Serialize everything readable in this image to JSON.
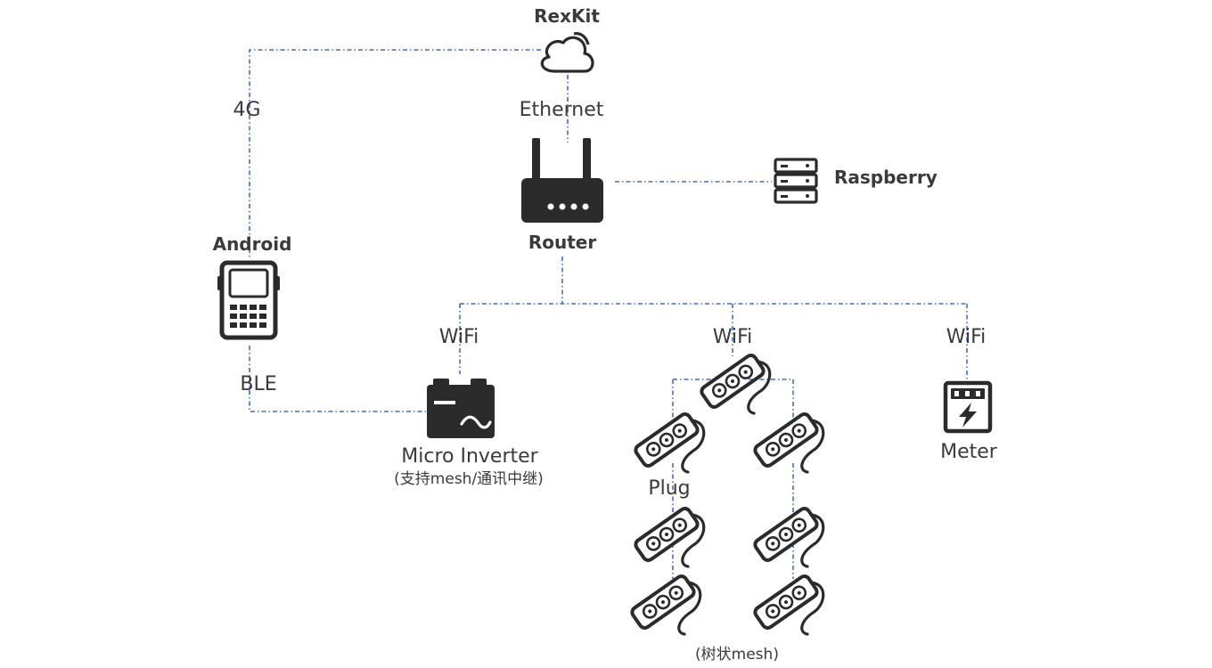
{
  "colors": {
    "link": "#3f6fc7",
    "icon": "#2b2b2b",
    "text": "#3a3a3a"
  },
  "nodes": {
    "rexkit": "RexKit",
    "router": "Router",
    "raspberry": "Raspberry",
    "android": "Android",
    "micro_inverter": "Micro Inverter",
    "micro_inverter_note": "(支持mesh/通讯中继)",
    "plug": "Plug",
    "plug_note": "(树状mesh)",
    "meter": "Meter"
  },
  "links": {
    "ethernet": "Ethernet",
    "cellular": "4G",
    "ble": "BLE",
    "wifi_inverter": "WiFi",
    "wifi_plug": "WiFi",
    "wifi_meter": "WiFi"
  },
  "icons": [
    "cloud-icon",
    "router-icon",
    "server-icon",
    "handheld-terminal-icon",
    "inverter-icon",
    "power-strip-icon",
    "electric-meter-icon"
  ]
}
